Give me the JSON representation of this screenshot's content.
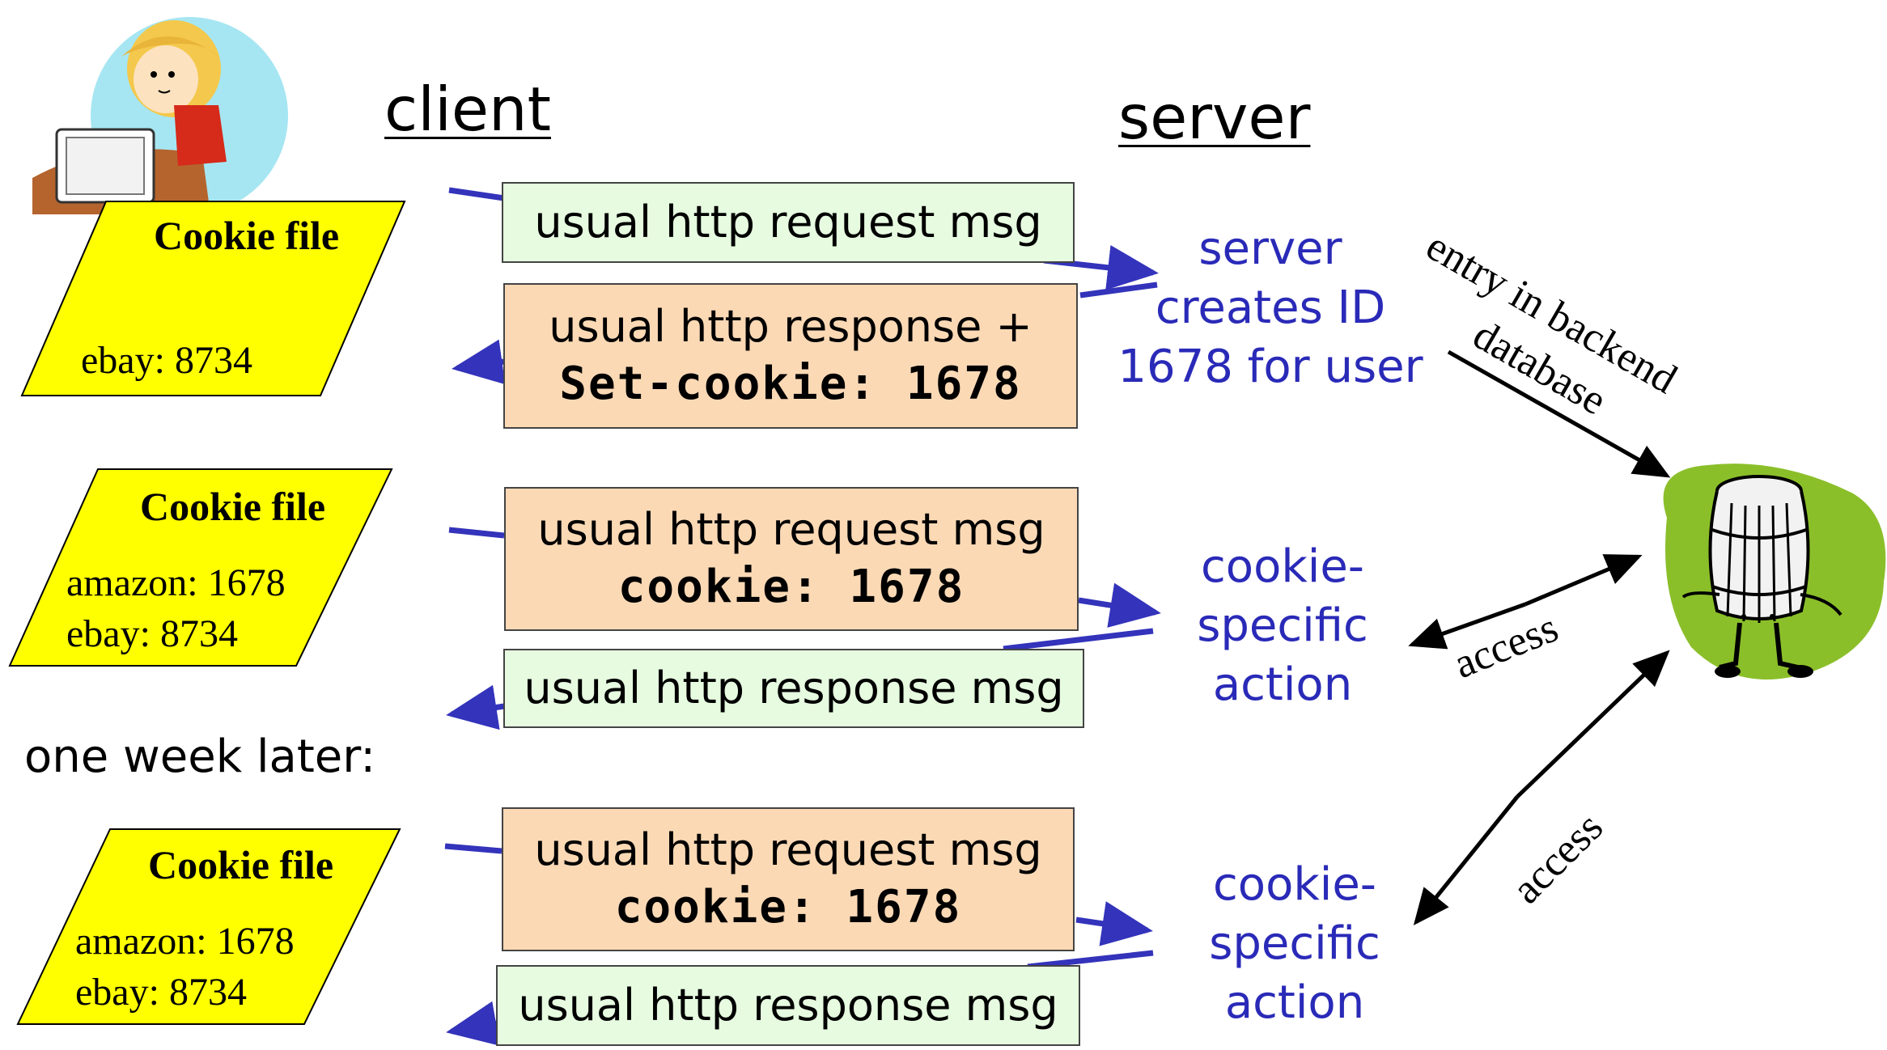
{
  "headings": {
    "client": "client",
    "server": "server"
  },
  "cookie_files": [
    {
      "title": "Cookie file",
      "entries": [
        "ebay: 8734"
      ]
    },
    {
      "title": "Cookie file",
      "entries": [
        "amazon: 1678",
        "ebay: 8734"
      ]
    },
    {
      "title": "Cookie file",
      "entries": [
        "amazon: 1678",
        "ebay: 8734"
      ]
    }
  ],
  "messages": {
    "req1": {
      "line1": "usual http request msg"
    },
    "resp1": {
      "line1": "usual http response +",
      "line2": "Set-cookie: 1678"
    },
    "req2": {
      "line1": "usual http request msg",
      "line2": "cookie: 1678"
    },
    "resp2": {
      "line1": "usual http response msg"
    },
    "req3": {
      "line1": "usual http request msg",
      "line2": "cookie: 1678"
    },
    "resp3": {
      "line1": "usual http response msg"
    }
  },
  "server_notes": {
    "create_id": [
      "server",
      "creates ID",
      "1678 for user"
    ],
    "action1": [
      "cookie-",
      "specific",
      "action"
    ],
    "action2": [
      "cookie-",
      "specific",
      "action"
    ]
  },
  "labels": {
    "one_week_later": "one week later:",
    "database_entry_line1": "entry in backend",
    "database_entry_line2": "database",
    "access1": "access",
    "access2": "access"
  },
  "colors": {
    "arrow_blue": "#3333bb",
    "note_blue": "#2a2ab8",
    "cookie_yellow": "#ffff00",
    "msg_green": "#e6fbe0",
    "msg_peach": "#fbd9b5",
    "blob_green": "#8bbf2a"
  }
}
